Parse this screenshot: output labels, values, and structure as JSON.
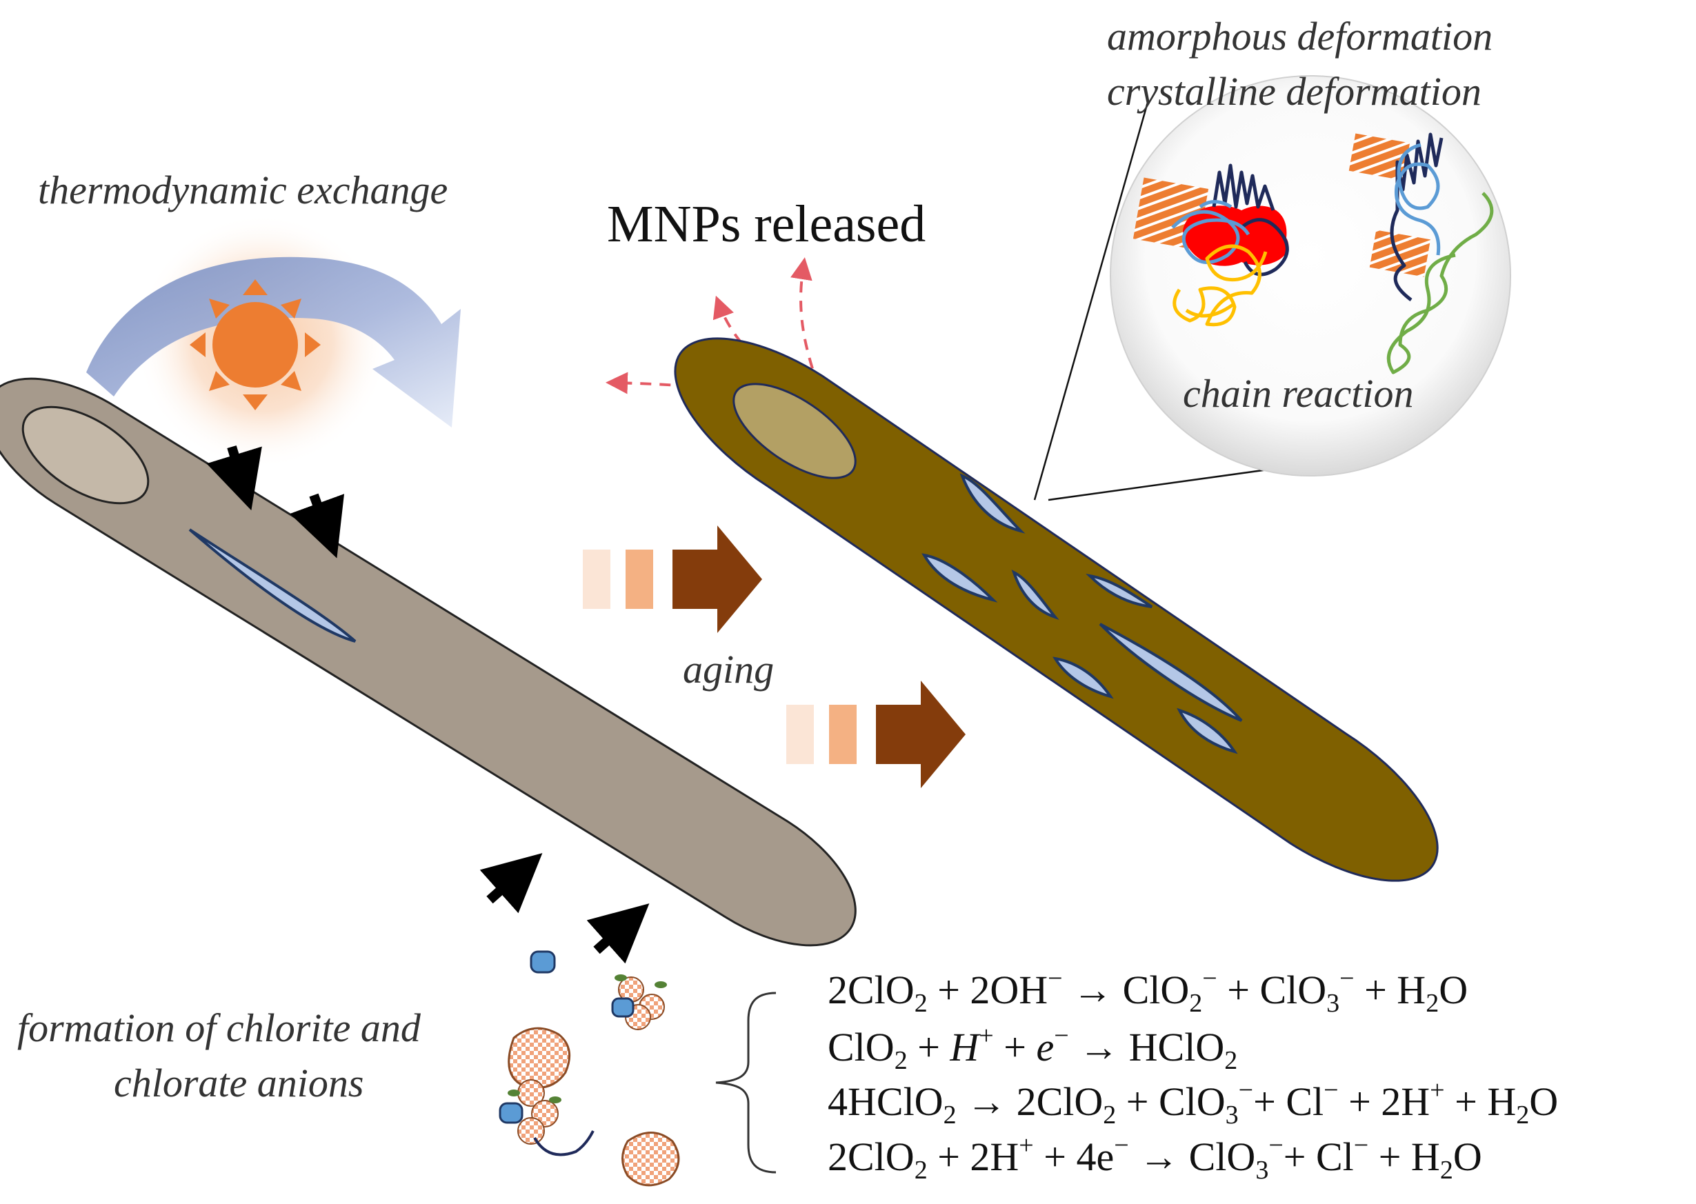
{
  "labels": {
    "thermodynamic": "thermodynamic exchange",
    "mnps": "MNPs released",
    "aging": "aging",
    "amorphous": "amorphous deformation",
    "crystalline": "crystalline deformation",
    "chain": "chain reaction",
    "formation_line1": "formation of chlorite and",
    "formation_line2": "chlorate anions"
  },
  "equations": [
    [
      {
        "t": "2ClO"
      },
      {
        "t": "2",
        "s": "sub"
      },
      {
        "t": " + 2OH"
      },
      {
        "t": "−",
        "s": "sup"
      },
      {
        "t": " → ClO"
      },
      {
        "t": "2",
        "s": "sub"
      },
      {
        "t": "−",
        "s": "sup"
      },
      {
        "t": " + ClO"
      },
      {
        "t": "3",
        "s": "sub"
      },
      {
        "t": "−",
        "s": "sup"
      },
      {
        "t": " + H"
      },
      {
        "t": "2",
        "s": "sub"
      },
      {
        "t": "O"
      }
    ],
    [
      {
        "t": "ClO"
      },
      {
        "t": "2",
        "s": "sub"
      },
      {
        "t": " + "
      },
      {
        "t": "H",
        "s": "it"
      },
      {
        "t": "+",
        "s": "sup"
      },
      {
        "t": " + "
      },
      {
        "t": "e",
        "s": "it"
      },
      {
        "t": "−",
        "s": "sup"
      },
      {
        "t": " → HClO"
      },
      {
        "t": "2",
        "s": "sub"
      }
    ],
    [
      {
        "t": "4HClO"
      },
      {
        "t": "2",
        "s": "sub"
      },
      {
        "t": " → 2ClO"
      },
      {
        "t": "2",
        "s": "sub"
      },
      {
        "t": " + ClO"
      },
      {
        "t": "3",
        "s": "sub"
      },
      {
        "t": "−",
        "s": "sup"
      },
      {
        "t": "+ Cl"
      },
      {
        "t": "−",
        "s": "sup"
      },
      {
        "t": " + 2H"
      },
      {
        "t": "+",
        "s": "sup"
      },
      {
        "t": " + H"
      },
      {
        "t": "2",
        "s": "sub"
      },
      {
        "t": "O"
      }
    ],
    [
      {
        "t": "2ClO"
      },
      {
        "t": "2",
        "s": "sub"
      },
      {
        "t": " + 2H"
      },
      {
        "t": "+",
        "s": "sup"
      },
      {
        "t": " + 4e"
      },
      {
        "t": "−",
        "s": "sup"
      },
      {
        "t": " → ClO"
      },
      {
        "t": "3",
        "s": "sub"
      },
      {
        "t": "−",
        "s": "sup"
      },
      {
        "t": "+ Cl"
      },
      {
        "t": "−",
        "s": "sup"
      },
      {
        "t": " + H"
      },
      {
        "t": "2",
        "s": "sub"
      },
      {
        "t": "O"
      }
    ]
  ],
  "colors": {
    "fresh_fiber": "#a69a8c",
    "fresh_fiber_end": "#c4b8a8",
    "aged_fiber": "#7f6000",
    "aged_fiber_end": "#b3a064",
    "crack_fill": "#b4c7e7",
    "crack_stroke": "#1f3864",
    "sun": "#ed7d31",
    "exchange_arrow": "#8497c2",
    "aging_arrow": "#843c0c",
    "mnp_arrow": "#e45a64",
    "chain_navy": "#1f2a5a",
    "chain_red": "#ff0000",
    "chain_yellow": "#ffc000",
    "chain_blue": "#5b9bd5",
    "chain_green": "#70ad47"
  },
  "icons": {
    "sun": "sun-icon",
    "exchange": "curved-arrow-icon",
    "aging": "aging-arrow-icon",
    "particles": "particle-cluster-icon"
  }
}
